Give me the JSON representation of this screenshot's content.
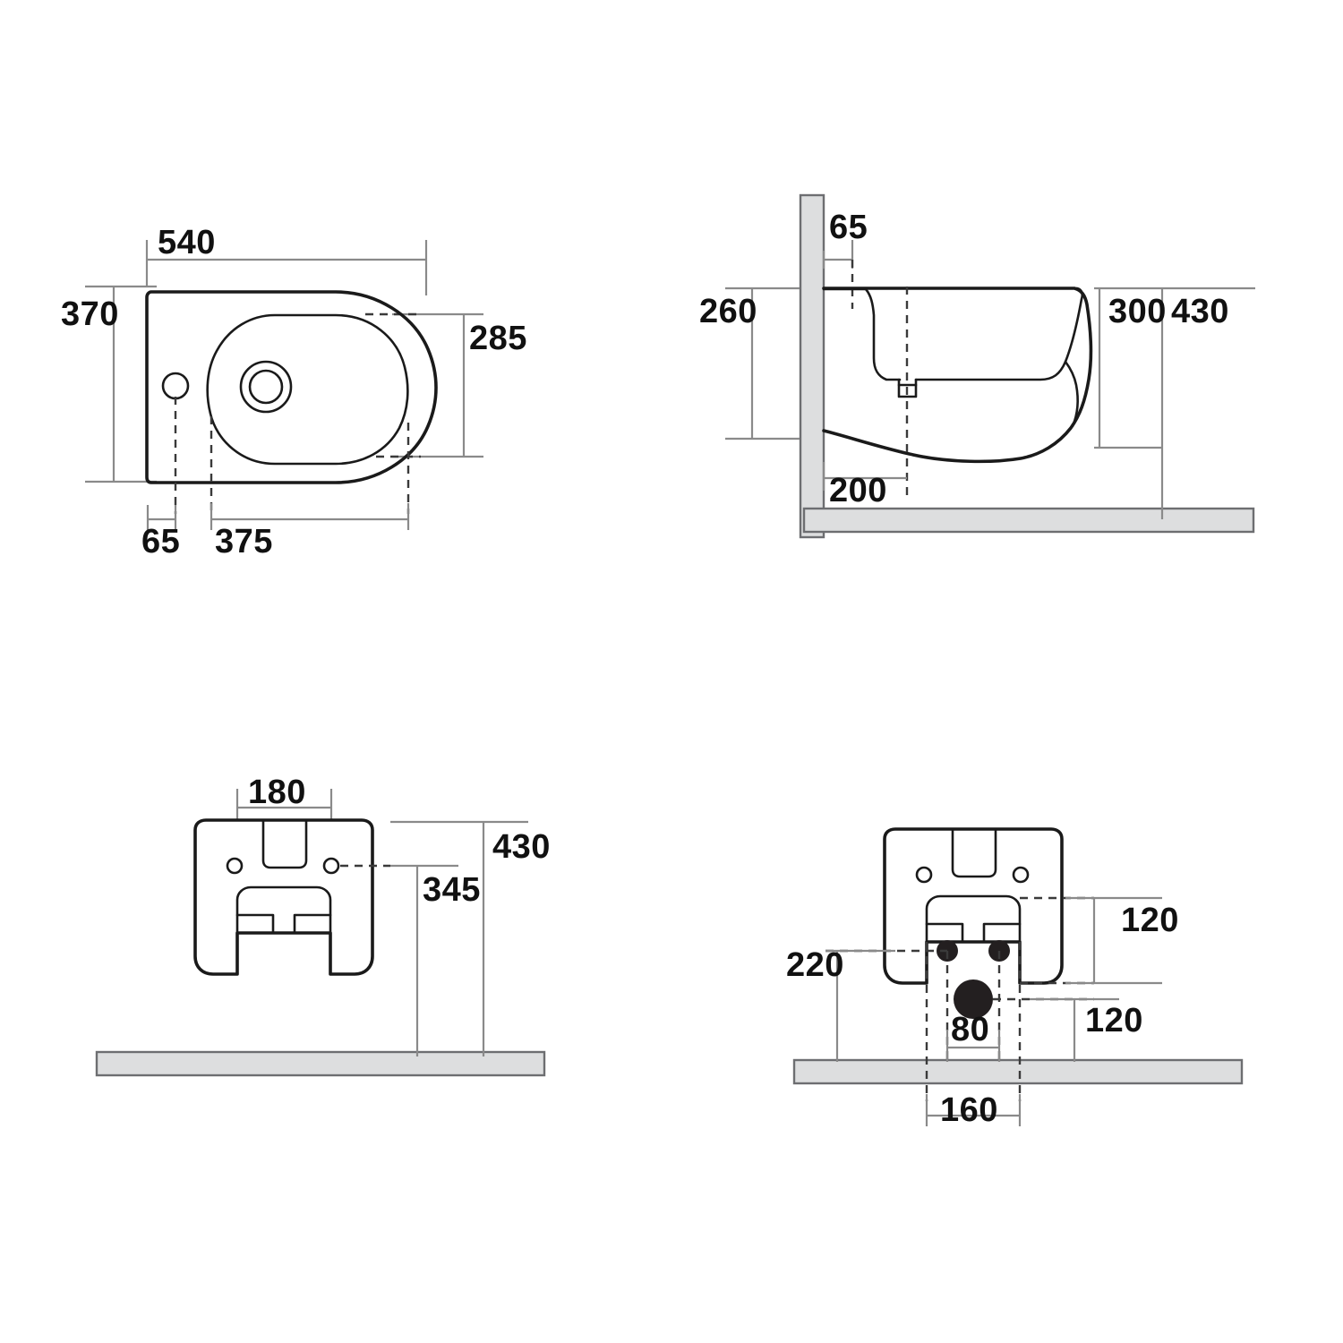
{
  "document": {
    "type": "technical-dimension-drawing",
    "subject": "Wall-hung bidet / sanitaryware",
    "units": "mm",
    "background_color": "#ffffff",
    "line_color": "#1a1a1a",
    "dimension_line_color": "#8a8a8a",
    "wall_fill_color": "#dddedf"
  },
  "views": {
    "plan": {
      "name": "Top plan view",
      "dimensions": {
        "width_overall": "540",
        "depth_overall": "370",
        "bowl_width": "285",
        "tap_hole_from_back": "65",
        "bowl_offset": "375"
      }
    },
    "side": {
      "name": "Side section view",
      "dimensions": {
        "top_from_wall": "65",
        "height_to_rim": "260",
        "height_overall_rear": "300",
        "height_total": "430",
        "waste_from_wall": "200"
      }
    },
    "front": {
      "name": "Front elevation view",
      "dimensions": {
        "notch_width": "180",
        "height_to_fixing": "345",
        "height_total": "430"
      }
    },
    "rear": {
      "name": "Rear elevation with fixings",
      "dimensions": {
        "fixing_height_from_base": "120",
        "waste_height_offset": "120",
        "height_from_floor": "220",
        "waste_width": "80",
        "fixing_centres": "160"
      }
    }
  },
  "labels": {
    "plan_540": "540",
    "plan_370": "370",
    "plan_285": "285",
    "plan_65": "65",
    "plan_375": "375",
    "side_65": "65",
    "side_260": "260",
    "side_300": "300",
    "side_430": "430",
    "side_200": "200",
    "front_180": "180",
    "front_345": "345",
    "front_430": "430",
    "rear_120_upper": "120",
    "rear_120_lower": "120",
    "rear_220": "220",
    "rear_80": "80",
    "rear_160": "160"
  }
}
